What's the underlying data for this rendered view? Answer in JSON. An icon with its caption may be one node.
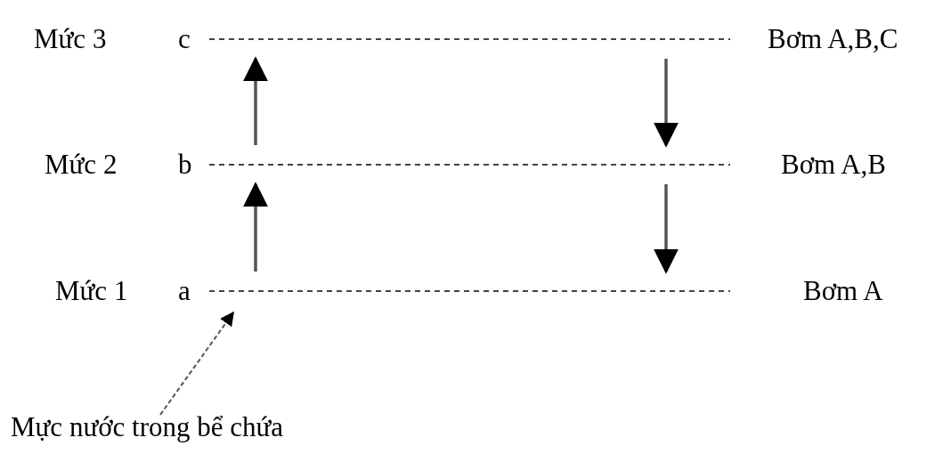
{
  "diagram": {
    "nodes": [
      {
        "text": [
          "Mức 3",
          "c"
        ],
        "beside": [
          "Bơm A,B,C"
        ]
      },
      {
        "text": [
          "Mức 2",
          "b"
        ],
        "beside": [
          "Bơm A,B"
        ]
      },
      {
        "text": [
          "Mức 1",
          "a"
        ],
        "beside": [
          "Bơm A"
        ]
      },
      {
        "text": [
          "Mực nước trong bể chứa"
        ]
      }
    ],
    "edges": [
      {
        "from": 2,
        "to": 1,
        "arrow": "to"
      },
      {
        "from": 1,
        "to": 0,
        "arrow": "to"
      },
      {
        "from": 0,
        "to": 1,
        "arrow": "to"
      },
      {
        "from": 1,
        "to": 2,
        "arrow": "to"
      },
      {
        "from": 3,
        "to": 2,
        "arrow": "to",
        "style": "dashed"
      }
    ]
  }
}
